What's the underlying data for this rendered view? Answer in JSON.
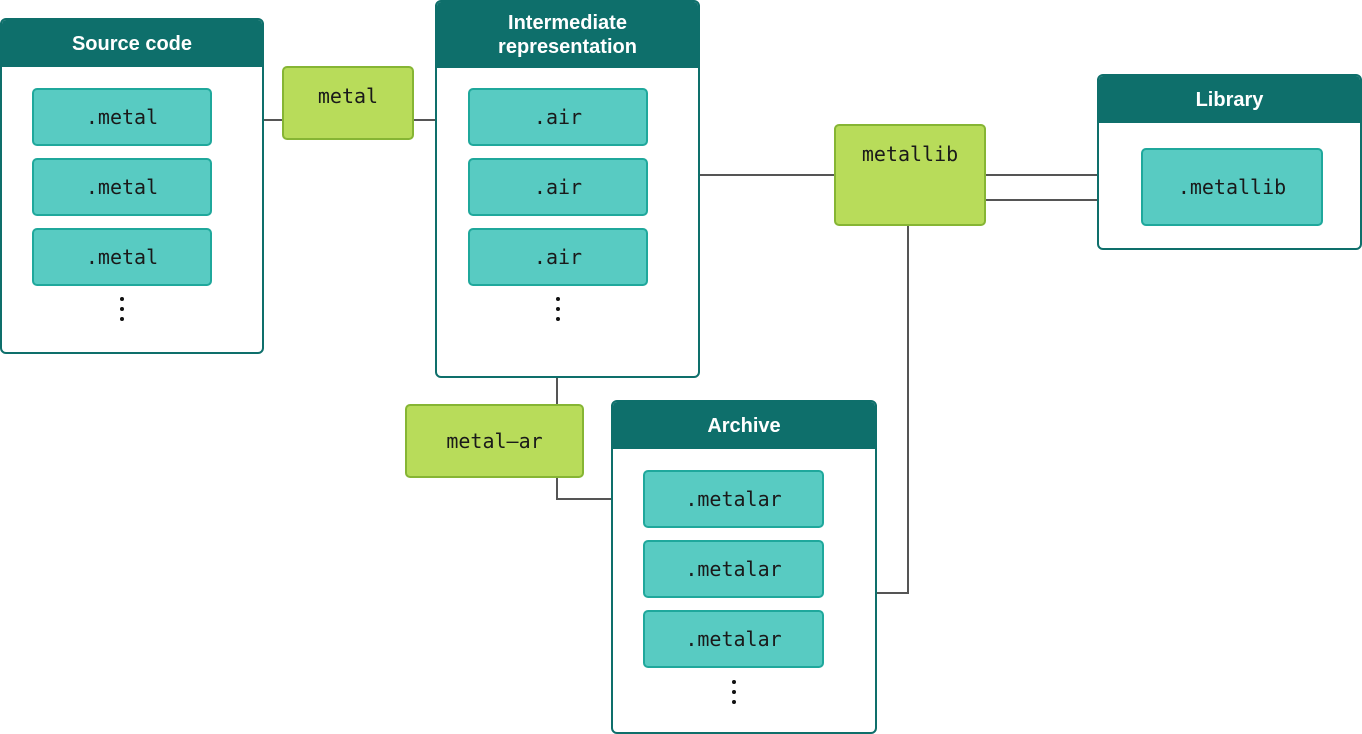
{
  "panels": {
    "source": {
      "title": "Source code",
      "files": [
        ".metal",
        ".metal",
        ".metal"
      ]
    },
    "ir": {
      "title": "Intermediate representation",
      "files": [
        ".air",
        ".air",
        ".air"
      ]
    },
    "archive": {
      "title": "Archive",
      "files": [
        ".metalar",
        ".metalar",
        ".metalar"
      ]
    },
    "library": {
      "title": "Library",
      "files": [
        ".metallib"
      ]
    }
  },
  "tools": {
    "metal": "metal",
    "metallib": "metallib",
    "metal_ar": "metal–ar"
  },
  "colors": {
    "header": "#0e6f6b",
    "file_fill": "#58cbc2",
    "file_border": "#1fa89c",
    "tool_fill": "#b8dc5a",
    "tool_border": "#86b534",
    "connector": "#555555"
  }
}
